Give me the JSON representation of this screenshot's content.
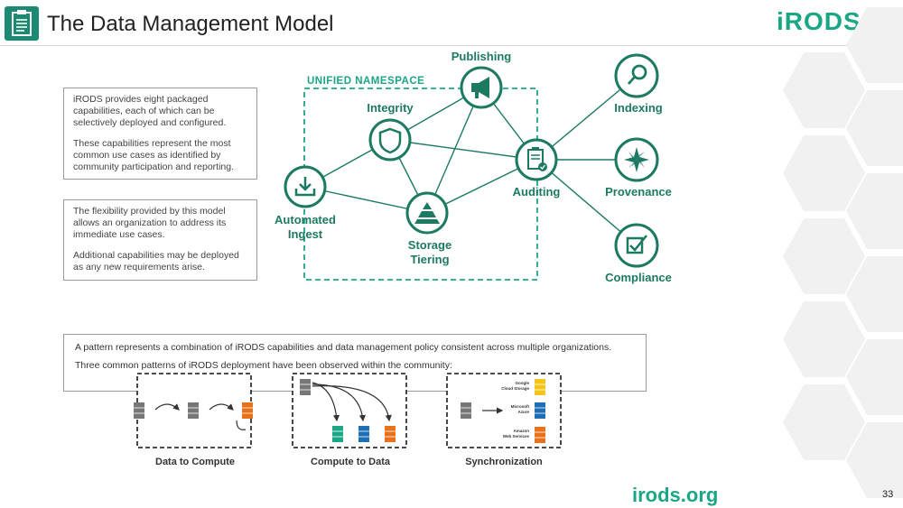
{
  "header": {
    "title": "The Data Management Model",
    "logo_text": "iRODS"
  },
  "intro_box": {
    "p1": "iRODS provides eight packaged capabilities, each of which can be selectively deployed and configured.",
    "p2": "These capabilities represent the most common use cases as identified by community participation and reporting."
  },
  "flex_box": {
    "p1": "The flexibility provided by this model allows an organization to address its immediate use cases.",
    "p2": "Additional capabilities may be deployed as any new requirements arise."
  },
  "diagram": {
    "namespace_label": "UNIFIED NAMESPACE",
    "nodes": {
      "publishing": "Publishing",
      "integrity": "Integrity",
      "auditing": "Auditing",
      "ingest_line1": "Automated",
      "ingest_line2": "Ingest",
      "storage_line1": "Storage",
      "storage_line2": "Tiering",
      "indexing": "Indexing",
      "provenance": "Provenance",
      "compliance": "Compliance"
    },
    "colors": {
      "accent": "#1c7a63",
      "brand": "#1ba685"
    }
  },
  "patterns": {
    "line1": "A pattern represents a combination of iRODS capabilities and data management policy consistent across multiple organizations.",
    "line2": "Three common patterns of iRODS deployment have been observed within the community:",
    "items": [
      {
        "label": "Data to Compute"
      },
      {
        "label": "Compute to Data"
      },
      {
        "label": "Synchronization"
      }
    ],
    "cloud_labels": {
      "google_line1": "Google",
      "google_line2": "Cloud Storage",
      "azure_line1": "Microsoft",
      "azure_line2": "Azure",
      "aws_line1": "Amazon",
      "aws_line2": "Web Services"
    }
  },
  "footer": {
    "url": "irods.org",
    "page_number": "33"
  }
}
